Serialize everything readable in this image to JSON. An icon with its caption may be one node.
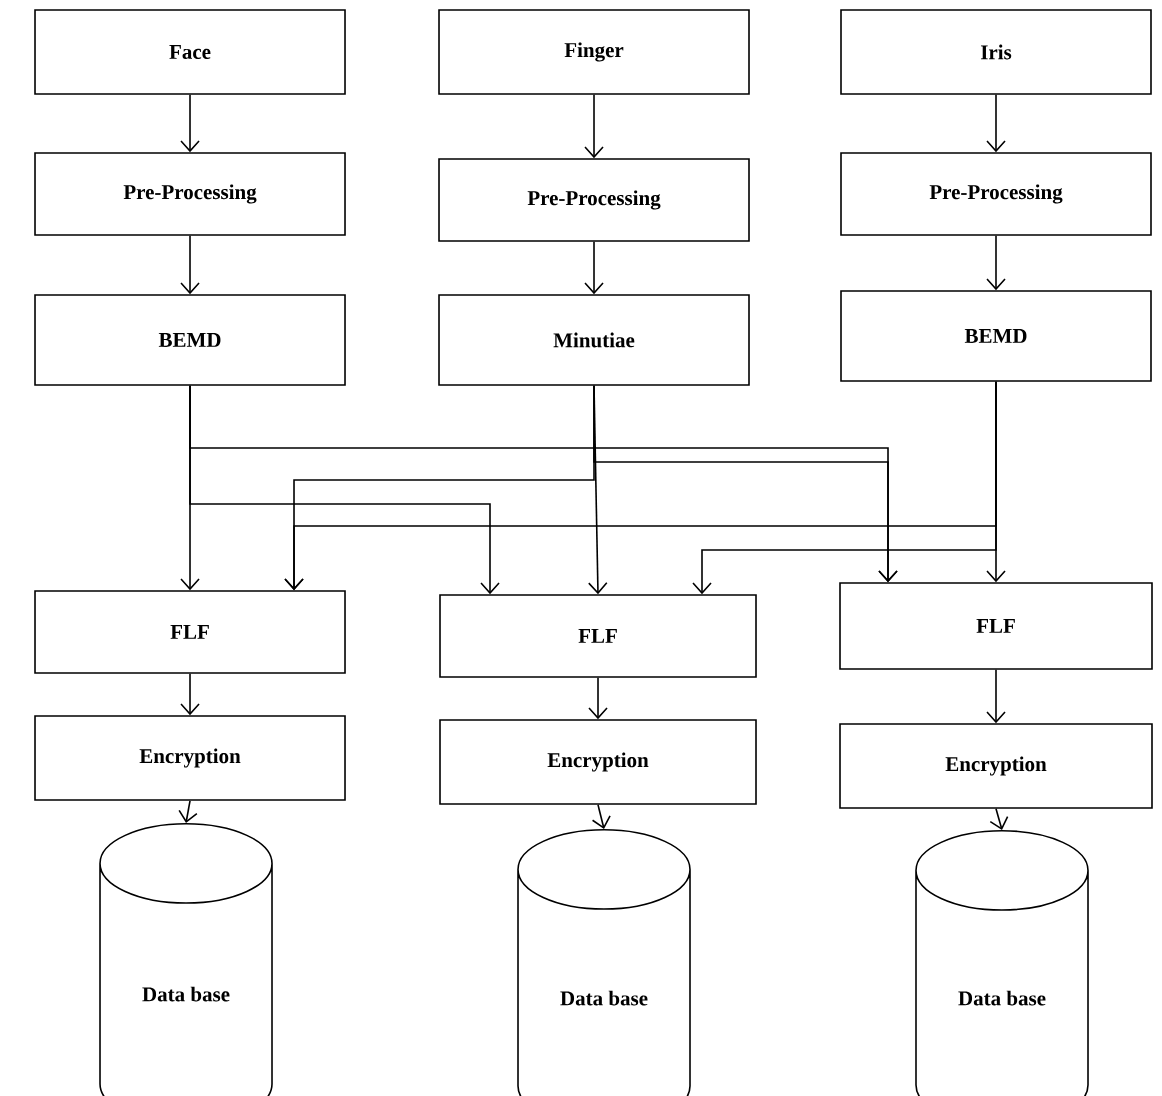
{
  "diagram": {
    "nodes": [
      {
        "text": [
          "Face"
        ]
      },
      {
        "text": [
          "Finger"
        ]
      },
      {
        "text": [
          "Iris"
        ]
      },
      {
        "text": [
          "Pre-Processing"
        ]
      },
      {
        "text": [
          "Pre-Processing"
        ]
      },
      {
        "text": [
          "Pre-Processing"
        ]
      },
      {
        "text": [
          "BEMD"
        ]
      },
      {
        "text": [
          "Minutiae"
        ]
      },
      {
        "text": [
          "BEMD"
        ]
      },
      {
        "text": [
          "FLF"
        ]
      },
      {
        "text": [
          "FLF"
        ]
      },
      {
        "text": [
          "FLF"
        ]
      },
      {
        "text": [
          "Encryption"
        ]
      },
      {
        "text": [
          "Encryption"
        ]
      },
      {
        "text": [
          "Encryption"
        ]
      },
      {
        "text": [
          "Data base"
        ]
      },
      {
        "text": [
          "Data base"
        ]
      },
      {
        "text": [
          "Data base"
        ]
      }
    ],
    "edges": [
      {
        "from": 0,
        "to": 3,
        "arrow": "to"
      },
      {
        "from": 1,
        "to": 4,
        "arrow": "to"
      },
      {
        "from": 2,
        "to": 5,
        "arrow": "to"
      },
      {
        "from": 3,
        "to": 6,
        "arrow": "to"
      },
      {
        "from": 4,
        "to": 7,
        "arrow": "to"
      },
      {
        "from": 5,
        "to": 8,
        "arrow": "to"
      },
      {
        "from": 6,
        "to": 9,
        "arrow": "to"
      },
      {
        "from": 6,
        "to": 10,
        "arrow": "to"
      },
      {
        "from": 6,
        "to": 11,
        "arrow": "to"
      },
      {
        "from": 7,
        "to": 9,
        "arrow": "to"
      },
      {
        "from": 7,
        "to": 10,
        "arrow": "to"
      },
      {
        "from": 7,
        "to": 11,
        "arrow": "to"
      },
      {
        "from": 8,
        "to": 9,
        "arrow": "to"
      },
      {
        "from": 8,
        "to": 10,
        "arrow": "to"
      },
      {
        "from": 8,
        "to": 11,
        "arrow": "to"
      },
      {
        "from": 9,
        "to": 12,
        "arrow": "to"
      },
      {
        "from": 10,
        "to": 13,
        "arrow": "to"
      },
      {
        "from": 11,
        "to": 14,
        "arrow": "to"
      },
      {
        "from": 12,
        "to": 15,
        "arrow": "to"
      },
      {
        "from": 13,
        "to": 16,
        "arrow": "to"
      },
      {
        "from": 14,
        "to": 17,
        "arrow": "to"
      }
    ]
  }
}
